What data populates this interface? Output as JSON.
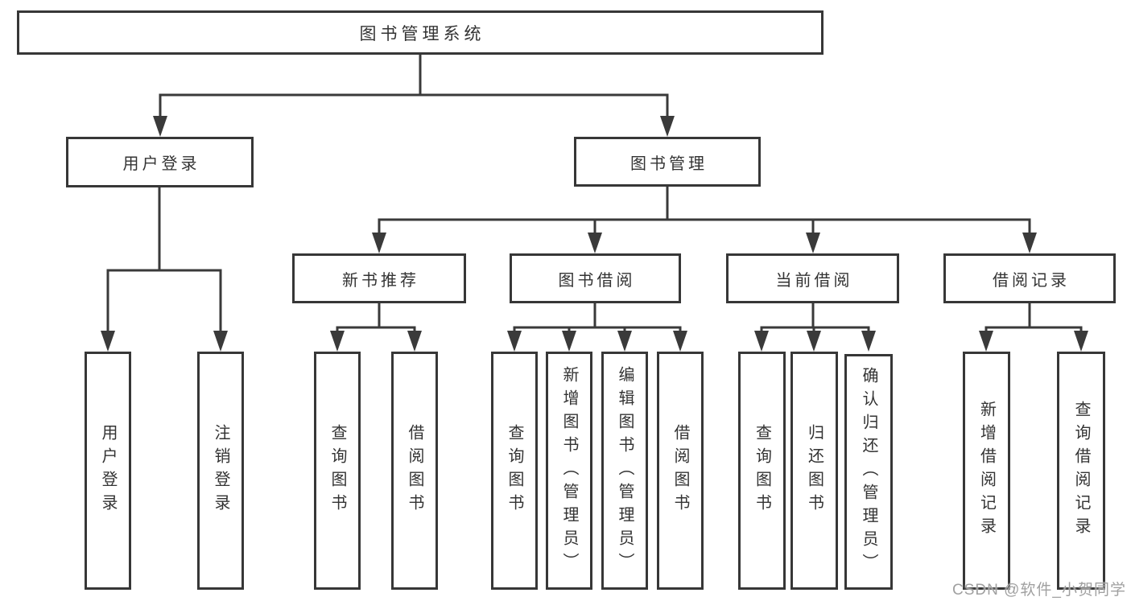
{
  "title": "图书管理系统",
  "watermark": "CSDN @软件_小贺同学",
  "colors": {
    "line": "#3a3a3a",
    "box_border": "#373737",
    "text": "#333333",
    "watermark": "#a0a0a0",
    "background": "#ffffff"
  },
  "nodes": {
    "root": "图书管理系统",
    "group_user_login": "用户登录",
    "group_book_mgmt": "图书管理",
    "group_new_books": "新书推荐",
    "group_book_borrow": "图书借阅",
    "group_current_borrow": "当前借阅",
    "group_borrow_records": "借阅记录",
    "leaf_user_login": "用户登录",
    "leaf_logout": "注销登录",
    "leaf_nb_query_books": "查询图书",
    "leaf_nb_borrow_books": "借阅图书",
    "leaf_bb_query_books": "查询图书",
    "leaf_bb_add_books_admin": "新增图书（管理员）",
    "leaf_bb_edit_books_admin": "编辑图书（管理员）",
    "leaf_bb_borrow_books": "借阅图书",
    "leaf_cb_query_books": "查询图书",
    "leaf_cb_return_books": "归还图书",
    "leaf_cb_confirm_return_admin": "确认归还（管理员）",
    "leaf_br_add_record": "新增借阅记录",
    "leaf_br_query_record": "查询借阅记录"
  }
}
